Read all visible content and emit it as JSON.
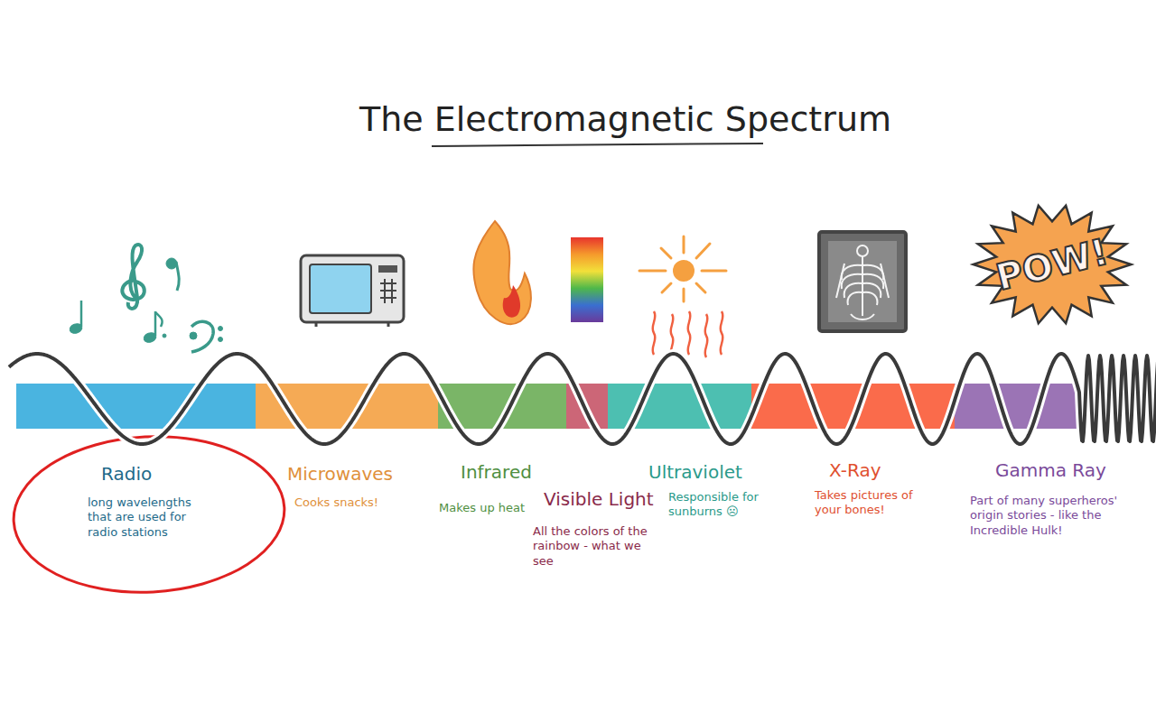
{
  "diagram": {
    "title": "The Electromagnetic Spectrum",
    "nodes": [
      {
        "text": [
          "Radio",
          "long wavelengths that are used for radio stations"
        ]
      },
      {
        "text": [
          "Microwaves",
          "Cooks snacks!"
        ]
      },
      {
        "text": [
          "Infrared",
          "Makes up heat"
        ]
      },
      {
        "text": [
          "Visible Light",
          "All the colors of the rainbow - what we see"
        ]
      },
      {
        "text": [
          "Ultraviolet",
          "Responsible for sunburns ☹"
        ]
      },
      {
        "text": [
          "X-Ray",
          "Takes pictures of your bones!"
        ]
      },
      {
        "text": [
          "Gamma Ray",
          "Part of many superheros' origin stories - like the Incredible Hulk!"
        ]
      }
    ],
    "labels": [
      "POW!"
    ]
  }
}
